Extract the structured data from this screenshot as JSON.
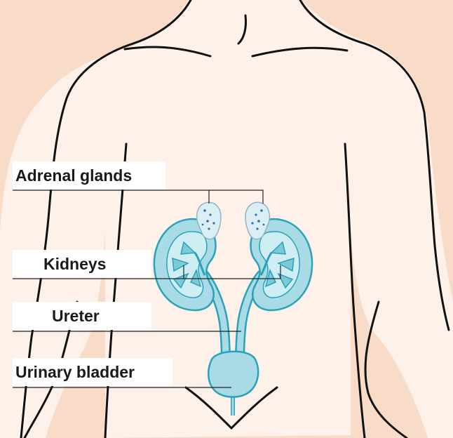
{
  "labels": {
    "adrenal_glands": "Adrenal glands",
    "kidneys": "Kidneys",
    "ureter": "Ureter",
    "urinary_bladder": "Urinary bladder"
  },
  "colors": {
    "background": "#f8dcc8",
    "skin": "#fdf1ea",
    "organ_fill": "#a8dbe6",
    "organ_stroke": "#2aa2b8",
    "adrenal_fill": "#dbeef4",
    "adrenal_dots": "#2a6fae"
  }
}
